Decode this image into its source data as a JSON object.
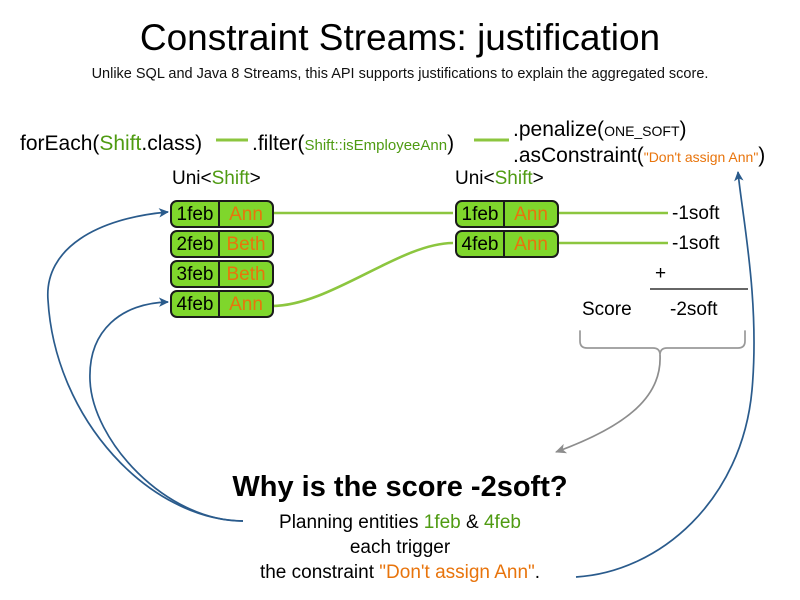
{
  "header": {
    "title": "Constraint Streams: justification",
    "subtitle": "Unlike SQL and Java 8 Streams, this API supports justifications to explain the aggregated score."
  },
  "pipeline": {
    "for_each": {
      "prefix": "forEach(",
      "type": "Shift",
      "suffix": ".class)"
    },
    "filter": {
      "prefix": ".filter(",
      "arg": "Shift::isEmployeeAnn",
      "suffix": ")"
    },
    "penalize": {
      "prefix": ".penalize(",
      "arg": "ONE_SOFT",
      "suffix": ")"
    },
    "as_constraint": {
      "prefix": ".asConstraint(",
      "arg": "\"Don't assign Ann\"",
      "suffix": ")"
    }
  },
  "streams": {
    "left": {
      "type_label": {
        "prefix": "Uni<",
        "generic": "Shift",
        "suffix": ">"
      },
      "rows": [
        {
          "date": "1feb",
          "employee": "Ann"
        },
        {
          "date": "2feb",
          "employee": "Beth"
        },
        {
          "date": "3feb",
          "employee": "Beth"
        },
        {
          "date": "4feb",
          "employee": "Ann"
        }
      ]
    },
    "right": {
      "type_label": {
        "prefix": "Uni<",
        "generic": "Shift",
        "suffix": ">"
      },
      "rows": [
        {
          "date": "1feb",
          "employee": "Ann"
        },
        {
          "date": "4feb",
          "employee": "Ann"
        }
      ]
    }
  },
  "score": {
    "impacts": [
      "-1soft",
      "-1soft"
    ],
    "operator": "+",
    "label": "Score",
    "total": "-2soft"
  },
  "explanation": {
    "heading": "Why is the score -2soft?",
    "line1": {
      "lead": "Planning entities ",
      "entity_a": "1feb",
      "joiner": " & ",
      "entity_b": "4feb"
    },
    "line2": "each trigger",
    "line3": {
      "lead": "the constraint ",
      "constraint": "\"Don't assign Ann\"",
      "tail": "."
    }
  },
  "colors": {
    "green_text": "#4f9b12",
    "orange_text": "#e8740c",
    "fact_fill": "#7fd62c",
    "fact_border": "#1b1b1b",
    "connector_green": "#8cc63f",
    "arrow_blue": "#2a5b8c",
    "brace_gray": "#999999",
    "rule_gray": "#666666"
  }
}
